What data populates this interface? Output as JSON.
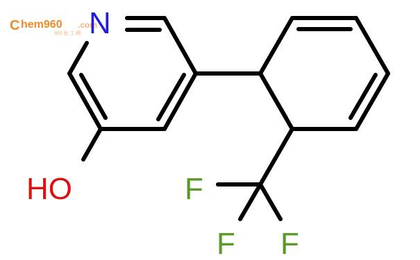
{
  "watermark": {
    "brand_letter": "C",
    "brand_rest": "hem960",
    "brand_suffix": ".com",
    "subtitle": "960 化 工 网",
    "color_orange": "#f08a24",
    "color_light": "#f5b27a"
  },
  "molecule": {
    "atoms": {
      "nitrogen": {
        "symbol": "N",
        "color": "#1f1fd8"
      },
      "hydroxyl": {
        "symbol": "HO",
        "color": "#e01010"
      },
      "fluorine_a": {
        "symbol": "F",
        "color": "#5a9a28"
      },
      "fluorine_b": {
        "symbol": "F",
        "color": "#5a9a28"
      },
      "fluorine_c": {
        "symbol": "F",
        "color": "#5a9a28"
      }
    },
    "bond_color": "#000000"
  }
}
